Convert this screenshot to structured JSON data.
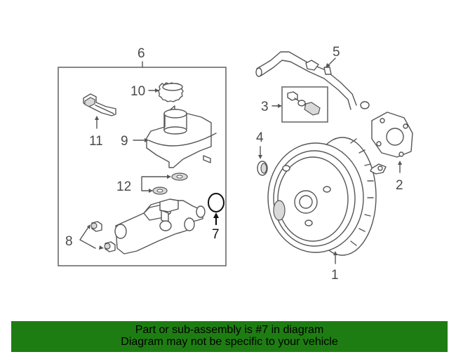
{
  "callouts": {
    "c1": "1",
    "c2": "2",
    "c3": "3",
    "c4": "4",
    "c5": "5",
    "c6": "6",
    "c7": "7",
    "c8": "8",
    "c9": "9",
    "c10": "10",
    "c11": "11",
    "c12": "12"
  },
  "highlighted_part": "7",
  "banner": {
    "line1": "Part or sub-assembly is #7 in diagram",
    "line2": "Diagram may not be specific to your vehicle",
    "background": "#1e7d12"
  }
}
